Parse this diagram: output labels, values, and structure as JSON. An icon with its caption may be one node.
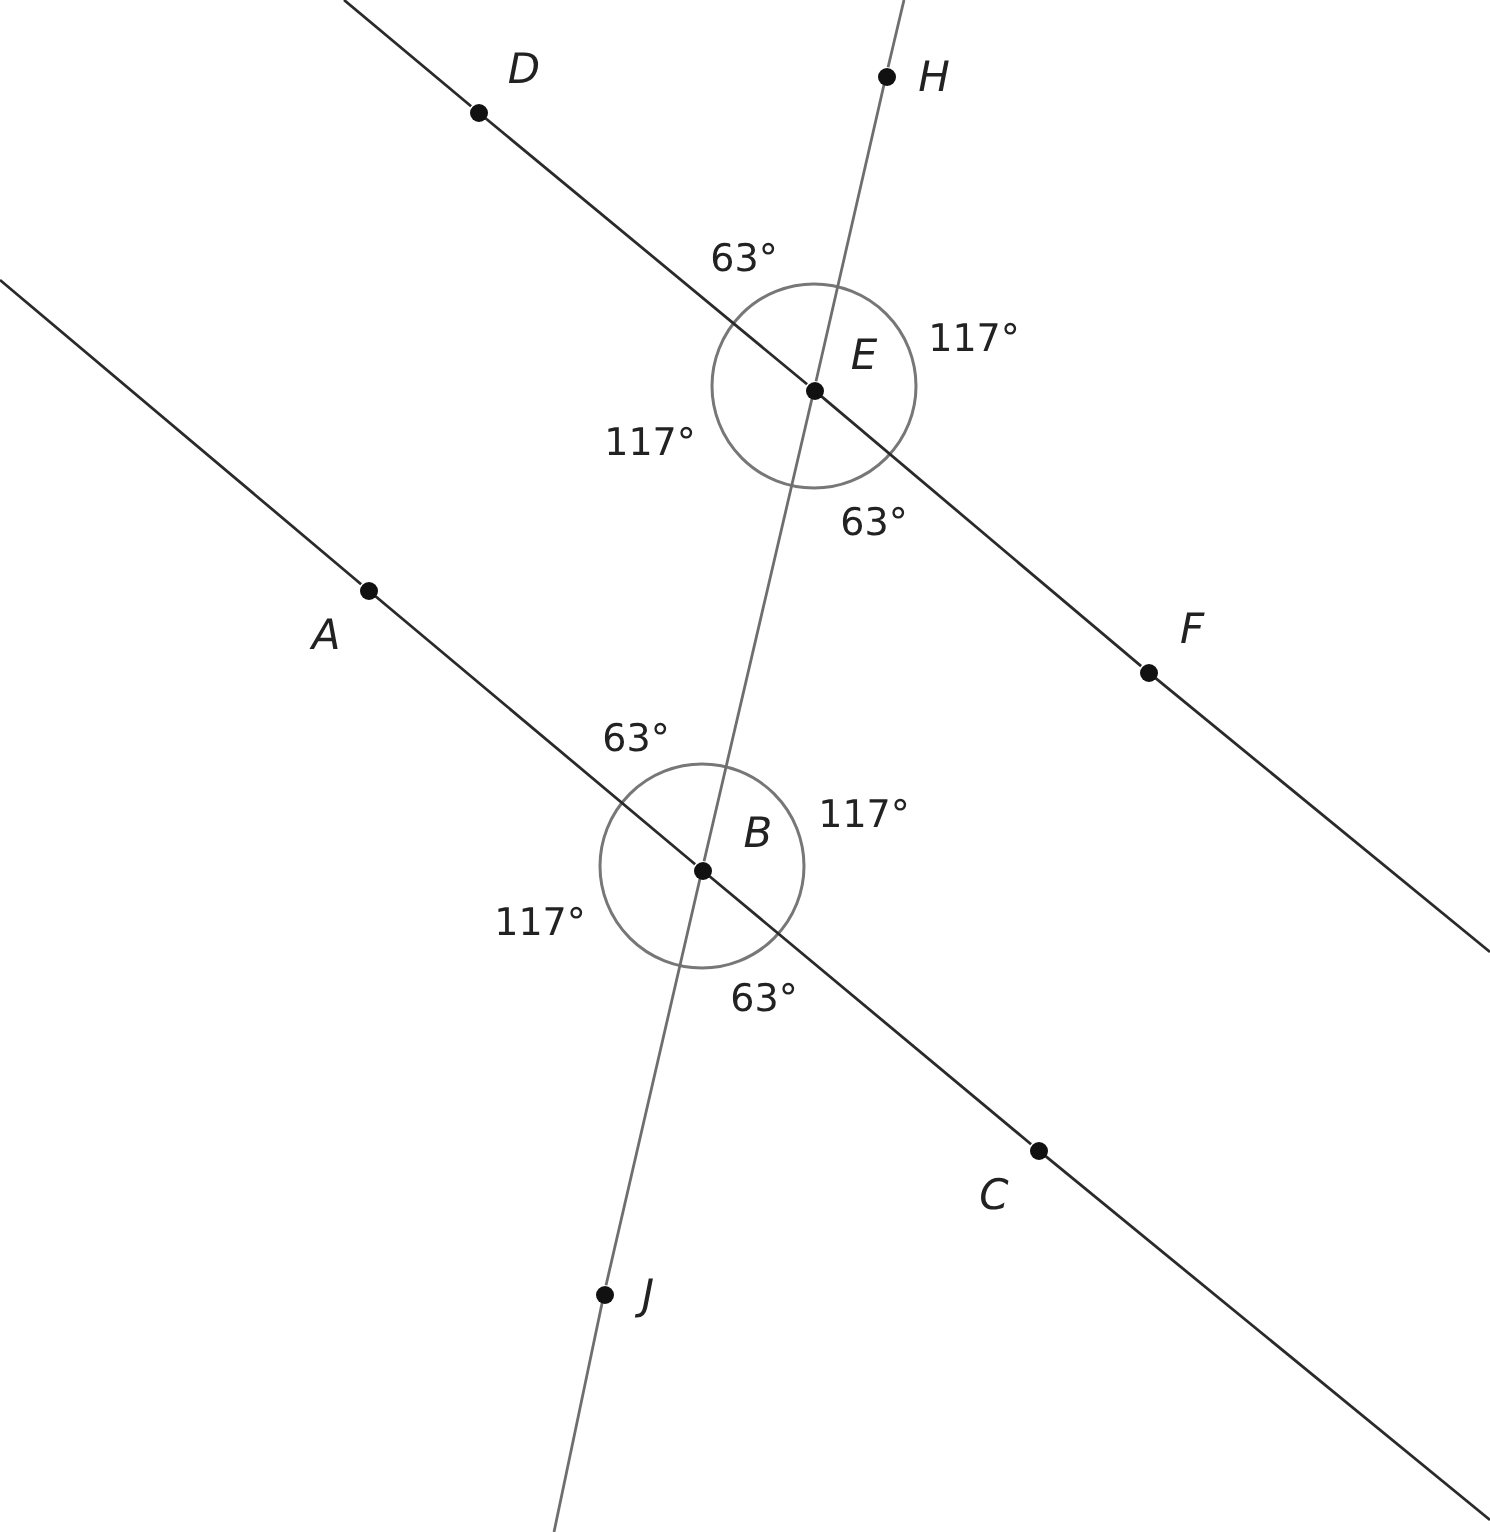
{
  "diagram": {
    "nodes": [
      {
        "text": [
          "D"
        ]
      },
      {
        "text": [
          "H"
        ]
      },
      {
        "text": [
          "E"
        ]
      },
      {
        "text": [
          "F"
        ]
      },
      {
        "text": [
          "A"
        ]
      },
      {
        "text": [
          "B"
        ]
      },
      {
        "text": [
          "C"
        ]
      },
      {
        "text": [
          "J"
        ]
      }
    ],
    "edges": [
      {
        "from": null,
        "to": 0,
        "arrow": "none"
      },
      {
        "from": 0,
        "to": 2,
        "arrow": "none"
      },
      {
        "from": 2,
        "to": 3,
        "arrow": "none"
      },
      {
        "from": 3,
        "to": null,
        "arrow": "none"
      },
      {
        "from": null,
        "to": 4,
        "arrow": "none"
      },
      {
        "from": 4,
        "to": 5,
        "arrow": "none"
      },
      {
        "from": 5,
        "to": 6,
        "arrow": "none"
      },
      {
        "from": 6,
        "to": null,
        "arrow": "none"
      },
      {
        "from": null,
        "to": 1,
        "arrow": "none",
        "color": "#6e6e6e"
      },
      {
        "from": 1,
        "to": 2,
        "arrow": "none",
        "color": "#6e6e6e"
      },
      {
        "from": 2,
        "to": 5,
        "arrow": "none",
        "color": "#6e6e6e"
      },
      {
        "from": 5,
        "to": 7,
        "arrow": "none",
        "color": "#6e6e6e"
      },
      {
        "from": 7,
        "to": null,
        "arrow": "none",
        "color": "#6e6e6e"
      }
    ],
    "labels": [
      "63°",
      "117°",
      "117°",
      "63°",
      "63°",
      "117°",
      "117°",
      "63°"
    ]
  }
}
